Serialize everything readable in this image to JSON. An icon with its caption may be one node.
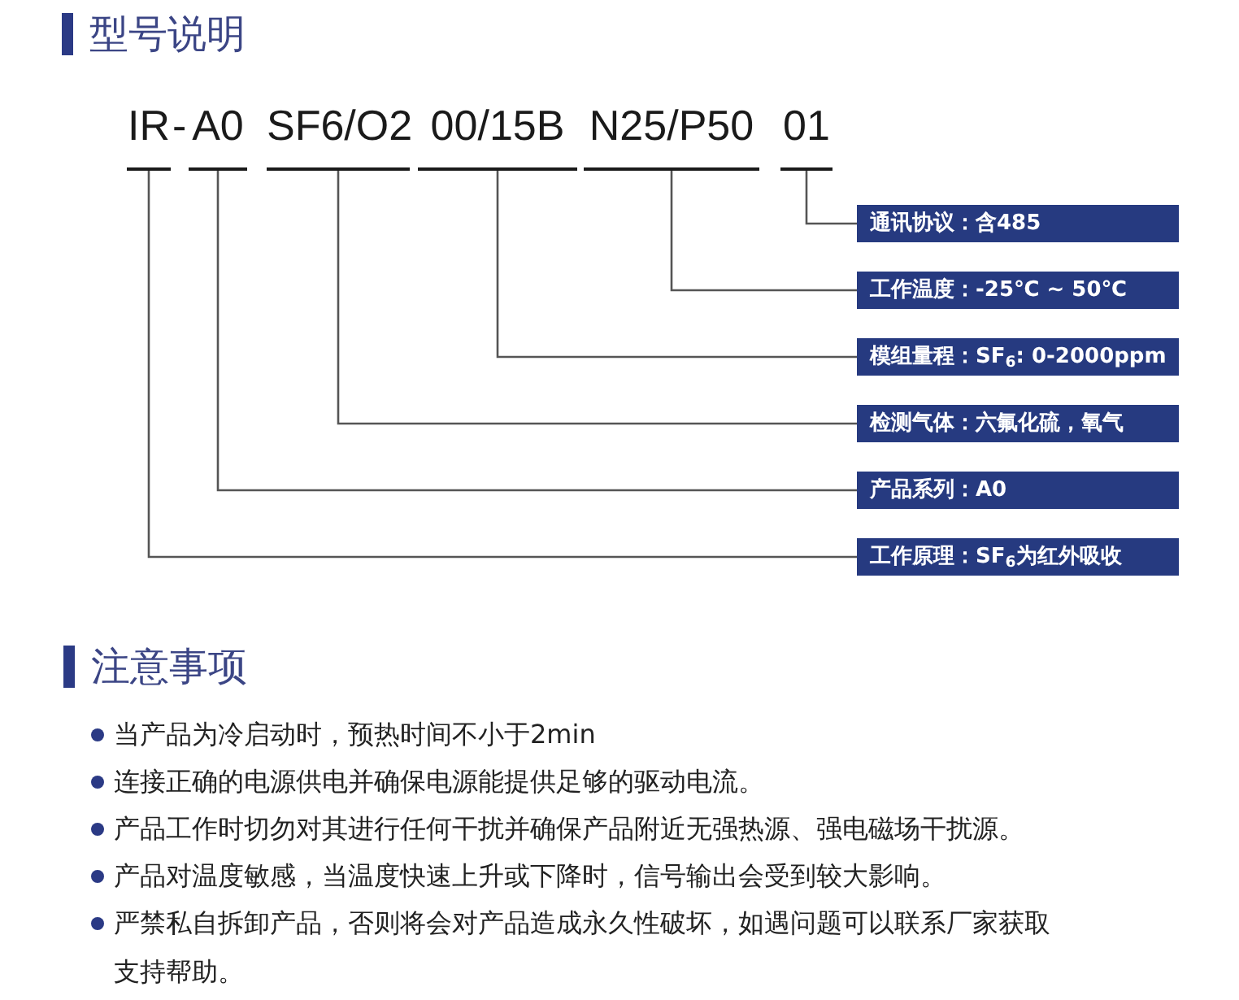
{
  "diagram": {
    "title": "型号说明",
    "nodes": [
      {
        "text": [
          "IR"
        ]
      },
      {
        "text": [
          "A0"
        ]
      },
      {
        "text": [
          "SF6/O2"
        ]
      },
      {
        "text": [
          "00/15B"
        ]
      },
      {
        "text": [
          "N25/P50"
        ]
      },
      {
        "text": [
          "01"
        ]
      },
      {
        "text": [
          "通讯协议：含485"
        ]
      },
      {
        "text": [
          "工作温度：-25℃ ~ 50℃"
        ]
      },
      {
        "text": [
          "模组量程：SF$_{6}$: 0-2000ppm"
        ]
      },
      {
        "text": [
          "检测气体：六氟化硫，氧气"
        ]
      },
      {
        "text": [
          "产品系列：A0"
        ]
      },
      {
        "text": [
          "工作原理：SF$_{6}$为红外吸收"
        ]
      }
    ],
    "edges": [
      {
        "from": 5,
        "to": 6,
        "arrow": "none"
      },
      {
        "from": 4,
        "to": 7,
        "arrow": "none"
      },
      {
        "from": 3,
        "to": 8,
        "arrow": "none"
      },
      {
        "from": 2,
        "to": 9,
        "arrow": "none"
      },
      {
        "from": 1,
        "to": 10,
        "arrow": "none"
      },
      {
        "from": 0,
        "to": 11,
        "arrow": "none"
      }
    ],
    "labels": [
      "-",
      "注意事项",
      "当产品为冷启动时，预热时间不小于2min",
      "连接正确的电源供电并确保电源能提供足够的驱动电流。",
      "产品工作时切勿对其进行任何干扰并确保产品附近无强热源、强电磁场干扰源。",
      "产品对温度敏感，当温度快速上升或下降时，信号输出会受到较大影响。",
      "严禁私自拆卸产品，否则将会对产品造成永久性破坏，如遇问题可以联系厂家获取支持帮助。"
    ]
  }
}
